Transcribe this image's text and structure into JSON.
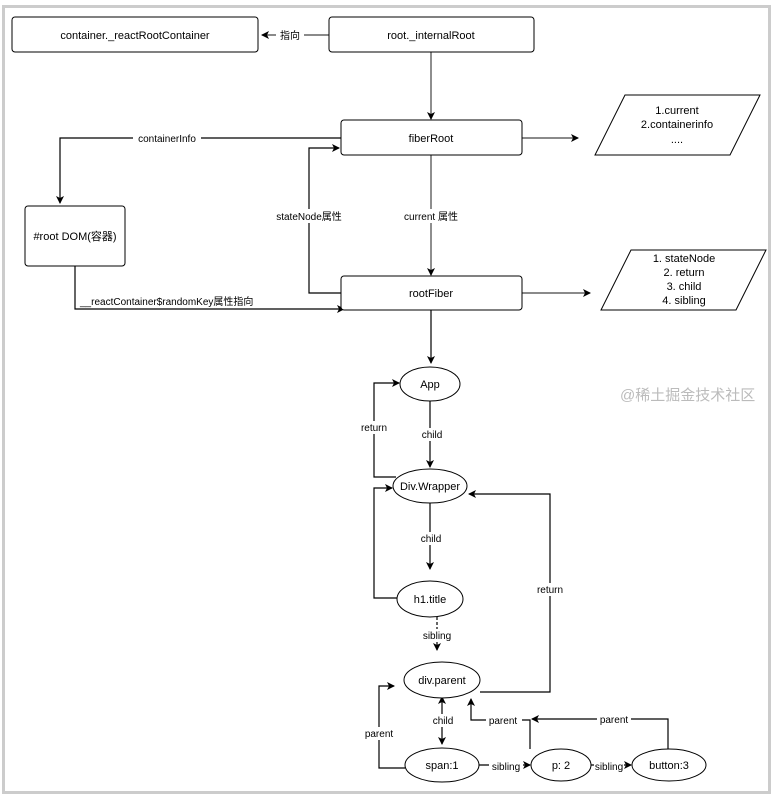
{
  "nodes": {
    "container": "container._reactRootContainer",
    "internal_root": "root._internalRoot",
    "fiber_root": "fiberRoot",
    "root_dom": "#root DOM(容器)",
    "root_fiber": "rootFiber",
    "fiber_root_props": [
      "1.current",
      "2.containerinfo",
      "...."
    ],
    "root_fiber_props": [
      "1. stateNode",
      "2. return",
      "3. child",
      "4. sibling"
    ],
    "app": "App",
    "div_wrapper": "Div.Wrapper",
    "h1_title": "h1.title",
    "div_parent": "div.parent",
    "span1": "span:1",
    "p2": "p: 2",
    "button3": "button:3"
  },
  "edges": {
    "points_to": "指向",
    "container_info": "containerInfo",
    "state_node": "stateNode属性",
    "current": "current 属性",
    "react_container": "__reactContainer$randomKey属性指向",
    "child_app": "child",
    "return_app": "return",
    "child_div": "child",
    "sibling_h1": "sibling",
    "return_parent": "return",
    "child_parent": "child",
    "parent_span": "parent",
    "sibling_span": "sibling",
    "parent_p": "parent",
    "parent_button": "parent",
    "sibling_p": "sibling"
  },
  "watermark": "@稀土掘金技术社区"
}
